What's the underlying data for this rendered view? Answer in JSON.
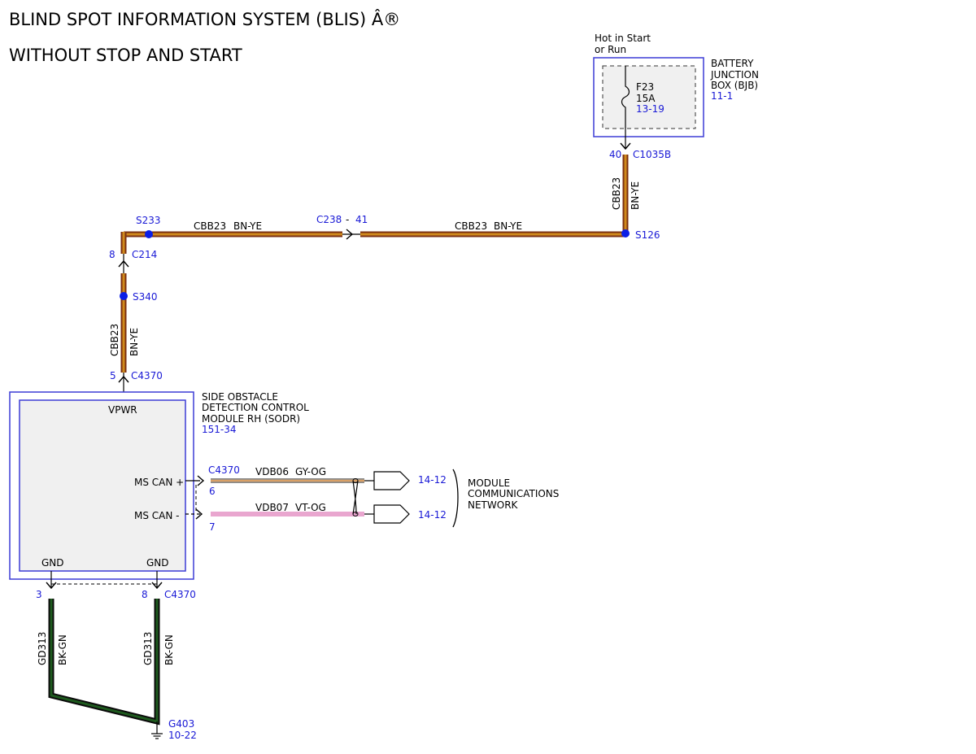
{
  "title": {
    "line1": "BLIND SPOT INFORMATION SYSTEM (BLIS) Â®",
    "line2": "WITHOUT STOP AND START"
  },
  "colors": {
    "wire_bn_ye_core": "#d08a1c",
    "wire_bn_ye_edge": "#7a2f10",
    "wire_gy_og_core": "#d9a066",
    "wire_gy_og_edge": "#8a8a8a",
    "wire_vt_og": "#e9a6cf",
    "wire_bk_gn_core": "#1e5a1e",
    "wire_bk_gn_edge": "#0a0a0a",
    "splice": "#0a1ee6",
    "component_border": "#3c3cd6",
    "component_fill": "#f0f0f0",
    "reference_text": "#1a1ad6"
  },
  "bjb": {
    "power_note_1": "Hot in Start",
    "power_note_2": "or Run",
    "name_1": "BATTERY",
    "name_2": "JUNCTION",
    "name_3": "BOX (BJB)",
    "ref": "11-1",
    "fuse_id": "F23",
    "fuse_rating": "15A",
    "fuse_ref": "13-19",
    "pin": "40",
    "connector": "C1035B"
  },
  "power_wire": {
    "circuit": "CBB23",
    "color": "BN-YE",
    "splice_s126": "S126",
    "splice_s233": "S233",
    "splice_s340": "S340",
    "inline_connector": "C238",
    "inline_dash": "-",
    "inline_pin": "41",
    "c214": "C214",
    "c214_pin": "8"
  },
  "sodr": {
    "name_1": "SIDE OBSTACLE",
    "name_2": "DETECTION CONTROL",
    "name_3": "MODULE RH (SODR)",
    "ref": "151-34",
    "vpwr_label": "VPWR",
    "vpwr_pin": "5",
    "connector": "C4370",
    "ms_can_plus": "MS CAN +",
    "ms_can_minus": "MS CAN -",
    "gnd_label_1": "GND",
    "gnd_label_2": "GND",
    "gnd_pin_1": "3",
    "gnd_pin_2": "8"
  },
  "can": {
    "connector": "C4370",
    "plus_pin": "6",
    "minus_pin": "7",
    "plus_circuit": "VDB06",
    "plus_color": "GY-OG",
    "minus_circuit": "VDB07",
    "minus_color": "VT-OG",
    "plus_ref": "14-12",
    "minus_ref": "14-12",
    "network_1": "MODULE",
    "network_2": "COMMUNICATIONS",
    "network_3": "NETWORK"
  },
  "ground": {
    "circuit_1": "GD313",
    "color_1": "BK-GN",
    "circuit_2": "GD313",
    "color_2": "BK-GN",
    "point": "G403",
    "ref": "10-22"
  }
}
